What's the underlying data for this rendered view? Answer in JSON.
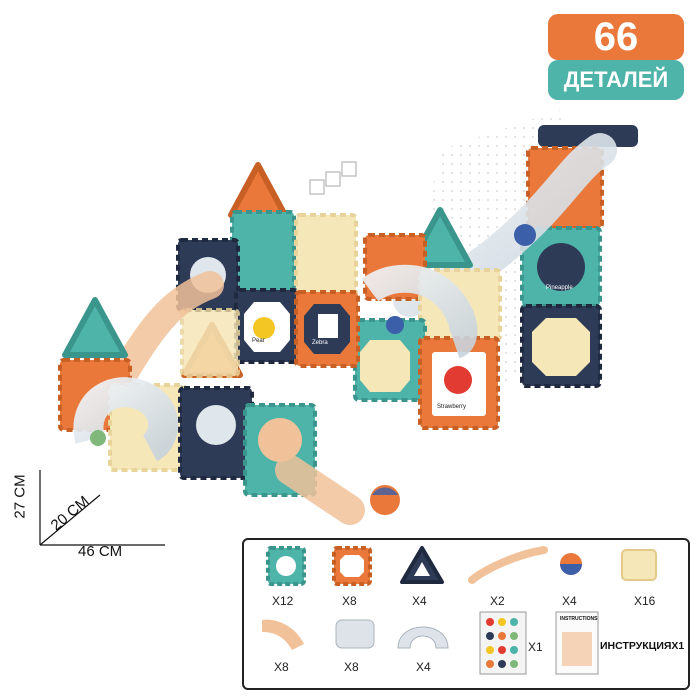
{
  "badge": {
    "count": "66",
    "label": "ДЕТАЛЕЙ"
  },
  "dimensions": {
    "height": "27 CM",
    "depth": "20 CM",
    "width": "46 CM"
  },
  "tile_labels": {
    "pear": "Pear",
    "zebra": "Zebra",
    "pineapple": "Pineapple",
    "strawberry": "Strawberry"
  },
  "legend": {
    "items": [
      {
        "name": "square-gear-tile",
        "qty": "X12"
      },
      {
        "name": "octagon-gear-tile",
        "qty": "X8"
      },
      {
        "name": "triangle-gear-tile",
        "qty": "X4"
      },
      {
        "name": "straight-slide",
        "qty": "X2"
      },
      {
        "name": "marble-ball",
        "qty": "X4"
      },
      {
        "name": "connector-clips",
        "qty": "X16"
      },
      {
        "name": "curved-track",
        "qty": "X8"
      },
      {
        "name": "tube-track",
        "qty": "X8"
      },
      {
        "name": "u-turn-track",
        "qty": "X4"
      },
      {
        "name": "sticker-sheet",
        "qty": "X1"
      },
      {
        "name": "instruction-booklet",
        "qty": "ИНСТРУКЦИЯX1"
      }
    ],
    "booklet_title": "INSTRUCTIONS"
  },
  "colors": {
    "orange": "#e9783a",
    "teal": "#4eb3a8",
    "navy": "#2e3b57",
    "cream": "#f6e7b8",
    "peach": "#f1c29a"
  }
}
